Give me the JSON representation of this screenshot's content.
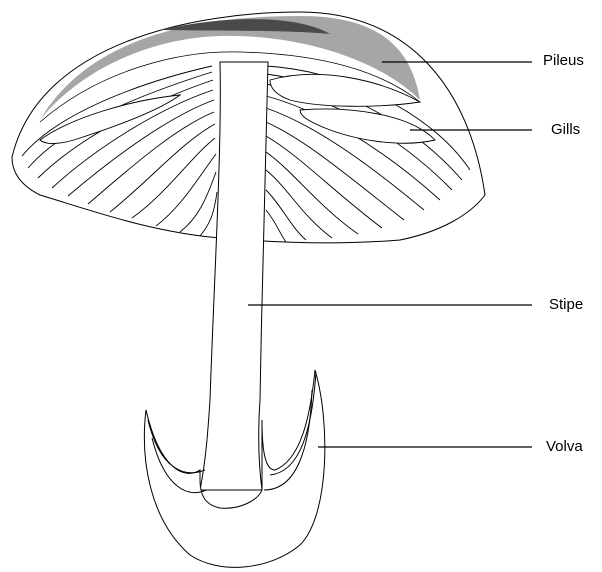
{
  "diagram": {
    "labels": {
      "pileus": "Pileus",
      "gills": "Gills",
      "stipe": "Stipe",
      "volva": "Volva"
    }
  }
}
